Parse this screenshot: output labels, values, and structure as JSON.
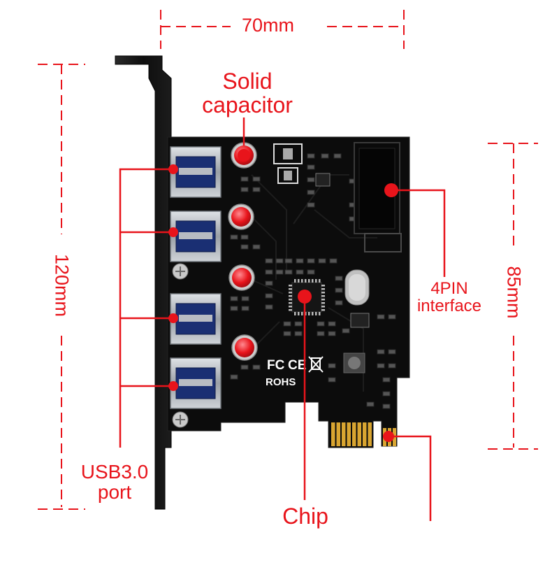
{
  "dimensions": {
    "width": "70mm",
    "height_left": "120mm",
    "height_right": "85mm"
  },
  "labels": {
    "capacitor": [
      "Solid",
      "capacitor"
    ],
    "pin": [
      "4PIN",
      "interface"
    ],
    "usb": [
      "USB3.0",
      "port"
    ],
    "chip": "Chip"
  },
  "board": {
    "marks": [
      "FC",
      "ROHS"
    ]
  },
  "colors": {
    "accent": "#e8141b",
    "board": "#0c0c0c",
    "bracket": "#151515",
    "gold": "#d9a531"
  }
}
